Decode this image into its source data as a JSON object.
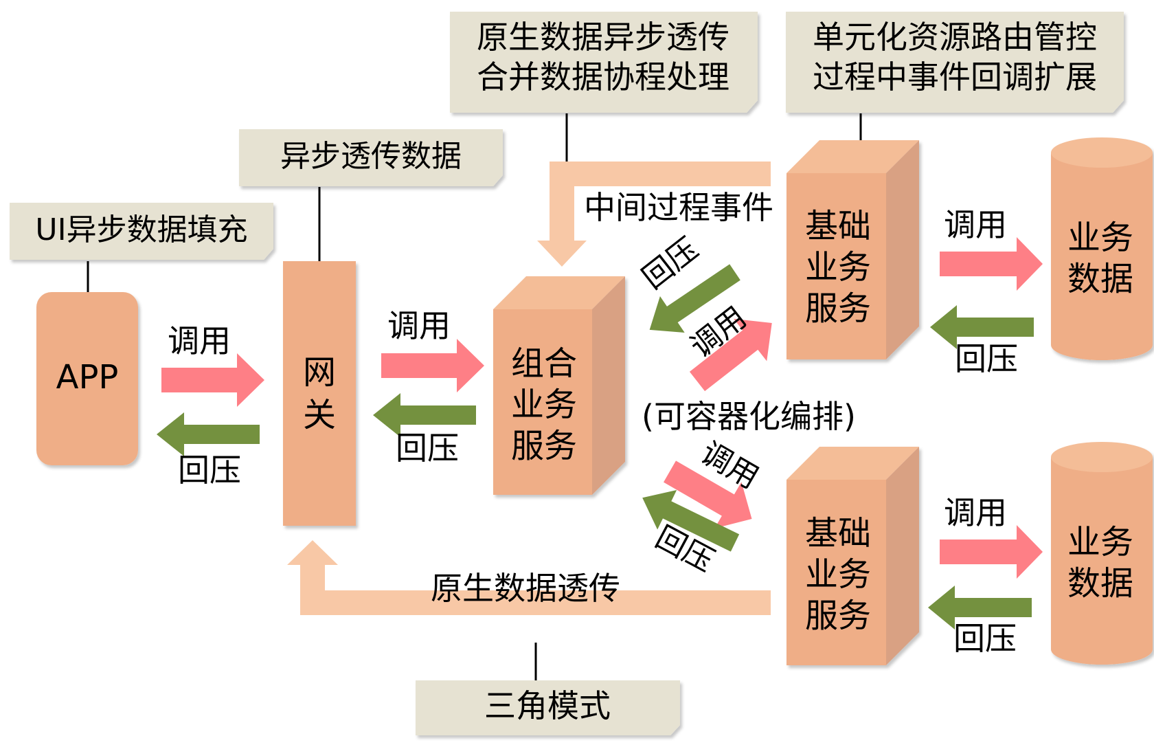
{
  "colors": {
    "box_front": "#EFAE87",
    "box_side": "#D9A183",
    "box_top": "#F4BD97",
    "note_fill": "#E6E2D2",
    "call_arrow": "#FE7F86",
    "backpressure_arrow": "#74913F",
    "flow_arrow": "#F8C8A6",
    "line": "#000000",
    "text": "#000000"
  },
  "notes": {
    "ui_async": "UI异步数据填充",
    "gateway_async": "异步透传数据",
    "combine_line1": "原生数据异步透传",
    "combine_line2": "合并数据协程处理",
    "unit_line1": "单元化资源路由管控",
    "unit_line2": "过程中事件回调扩展",
    "triangle": "三角模式"
  },
  "nodes": {
    "app": "APP",
    "gateway": [
      "网",
      "关"
    ],
    "combined_service": [
      "组合",
      "业务",
      "服务"
    ],
    "base_service_top": [
      "基础",
      "业务",
      "服务"
    ],
    "base_service_bottom": [
      "基础",
      "业务",
      "服务"
    ],
    "business_data_top": [
      "业务",
      "数据"
    ],
    "business_data_bottom": [
      "业务",
      "数据"
    ]
  },
  "labels": {
    "call": "调用",
    "backpressure": "回压",
    "intermediate_events": "中间过程事件",
    "containerized": "(可容器化编排)",
    "native_passthrough": "原生数据透传"
  }
}
